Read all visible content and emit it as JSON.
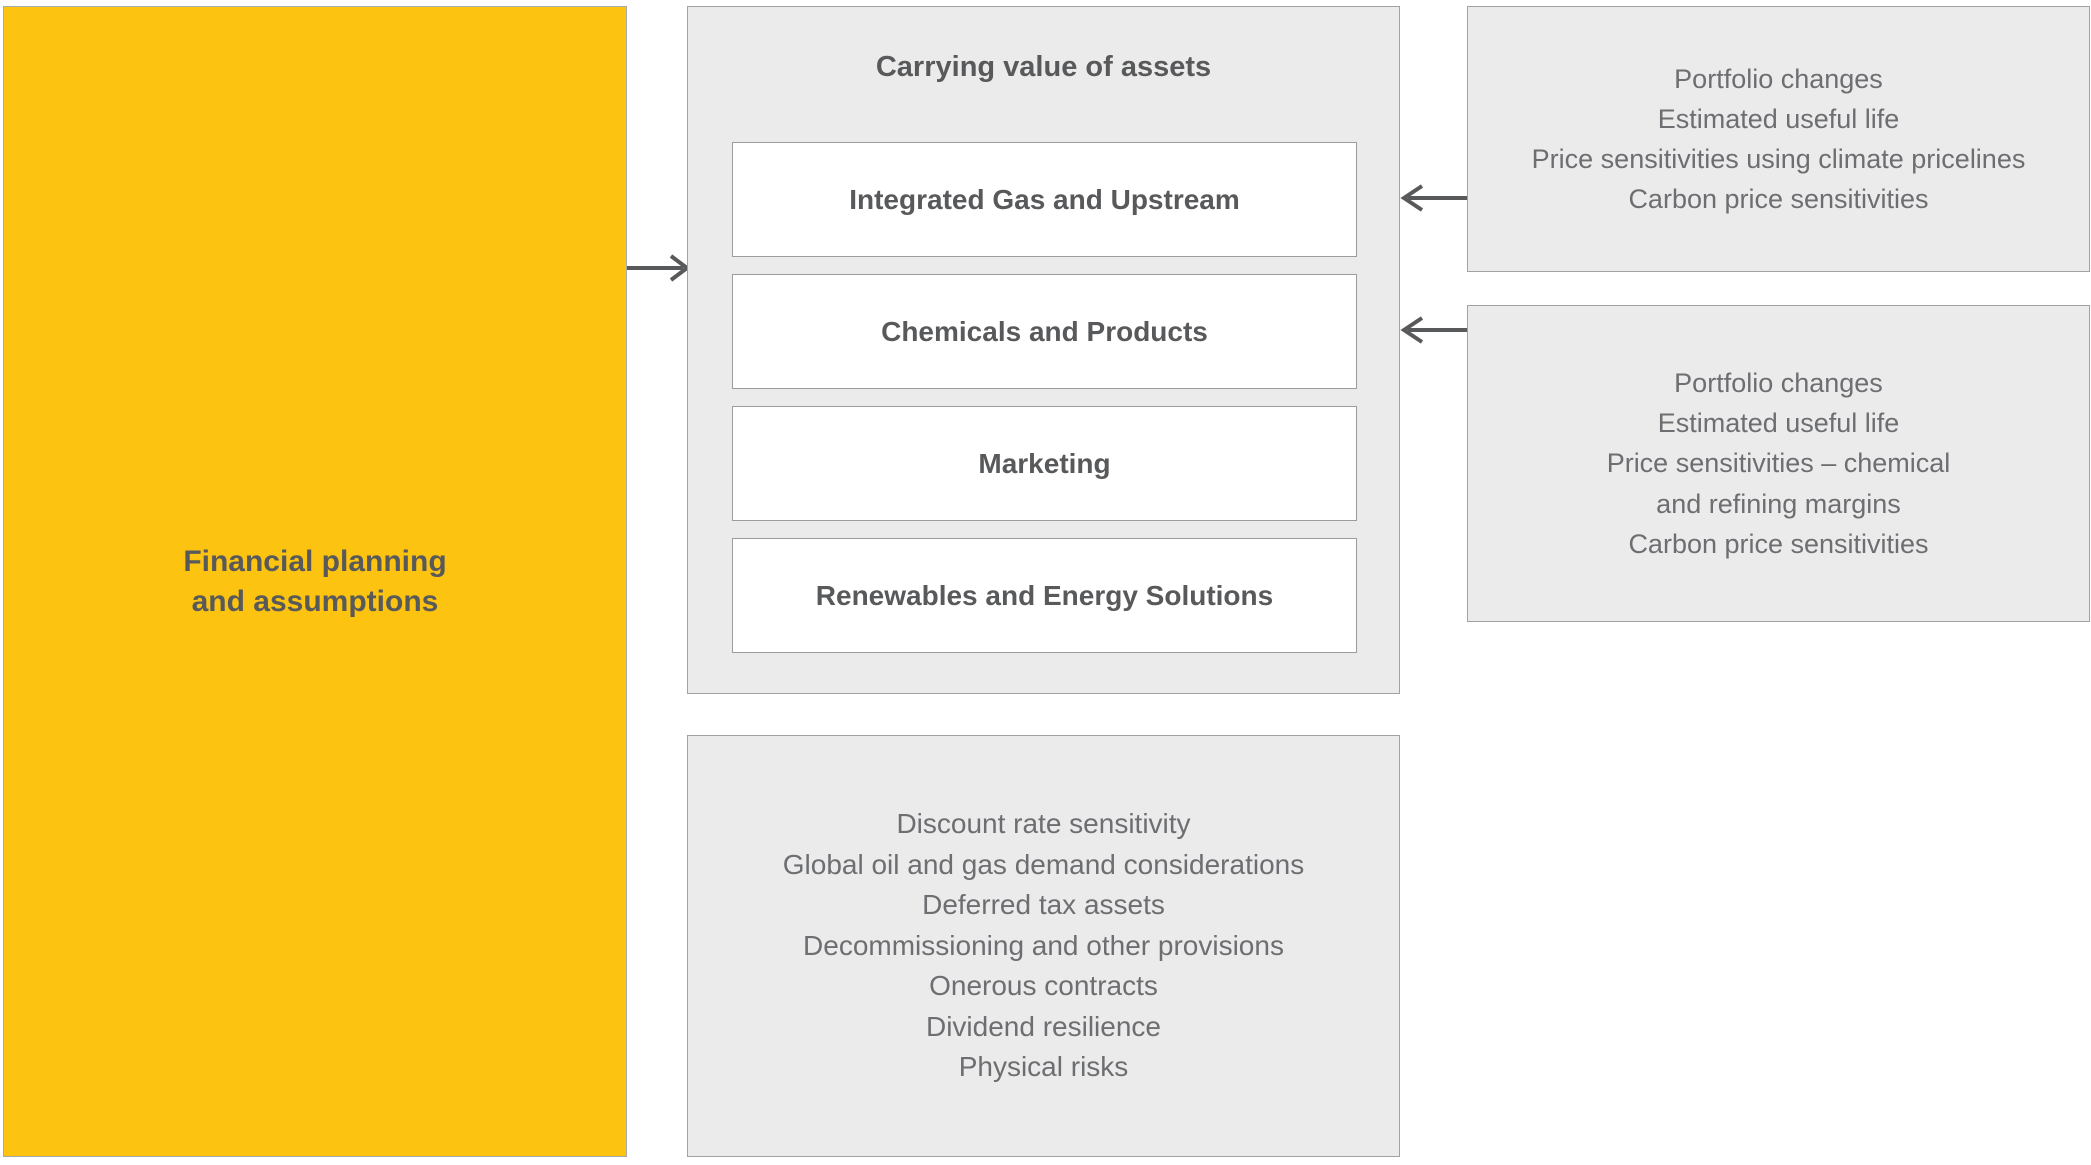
{
  "source": {
    "label": "Financial planning\nand assumptions",
    "color": "#FDC311"
  },
  "carrying": {
    "title": "Carrying value of assets",
    "segments": [
      {
        "label": "Integrated Gas and Upstream"
      },
      {
        "label": "Chemicals and Products"
      },
      {
        "label": "Marketing"
      },
      {
        "label": "Renewables and Energy Solutions"
      }
    ]
  },
  "assumptions_upstream": {
    "items": [
      "Portfolio changes",
      "Estimated useful life",
      "Price sensitivities using climate pricelines",
      "Carbon price sensitivities"
    ]
  },
  "assumptions_chemicals": {
    "items": [
      "Portfolio changes",
      "Estimated useful life",
      "Price sensitivities – chemical\nand refining margins",
      "Carbon price sensitivities"
    ]
  },
  "considerations": {
    "items": [
      "Discount rate sensitivity",
      "Global oil and gas demand considerations",
      "Deferred tax assets",
      "Decommissioning and other provisions",
      "Onerous contracts",
      "Dividend resilience",
      "Physical risks"
    ]
  },
  "colors": {
    "panel_fill": "#EBEBEB",
    "panel_border": "#A0A2A4",
    "text": "#58595B",
    "text_light": "#6D6E71",
    "arrow": "#58595B",
    "box_fill": "#FFFFFF"
  }
}
